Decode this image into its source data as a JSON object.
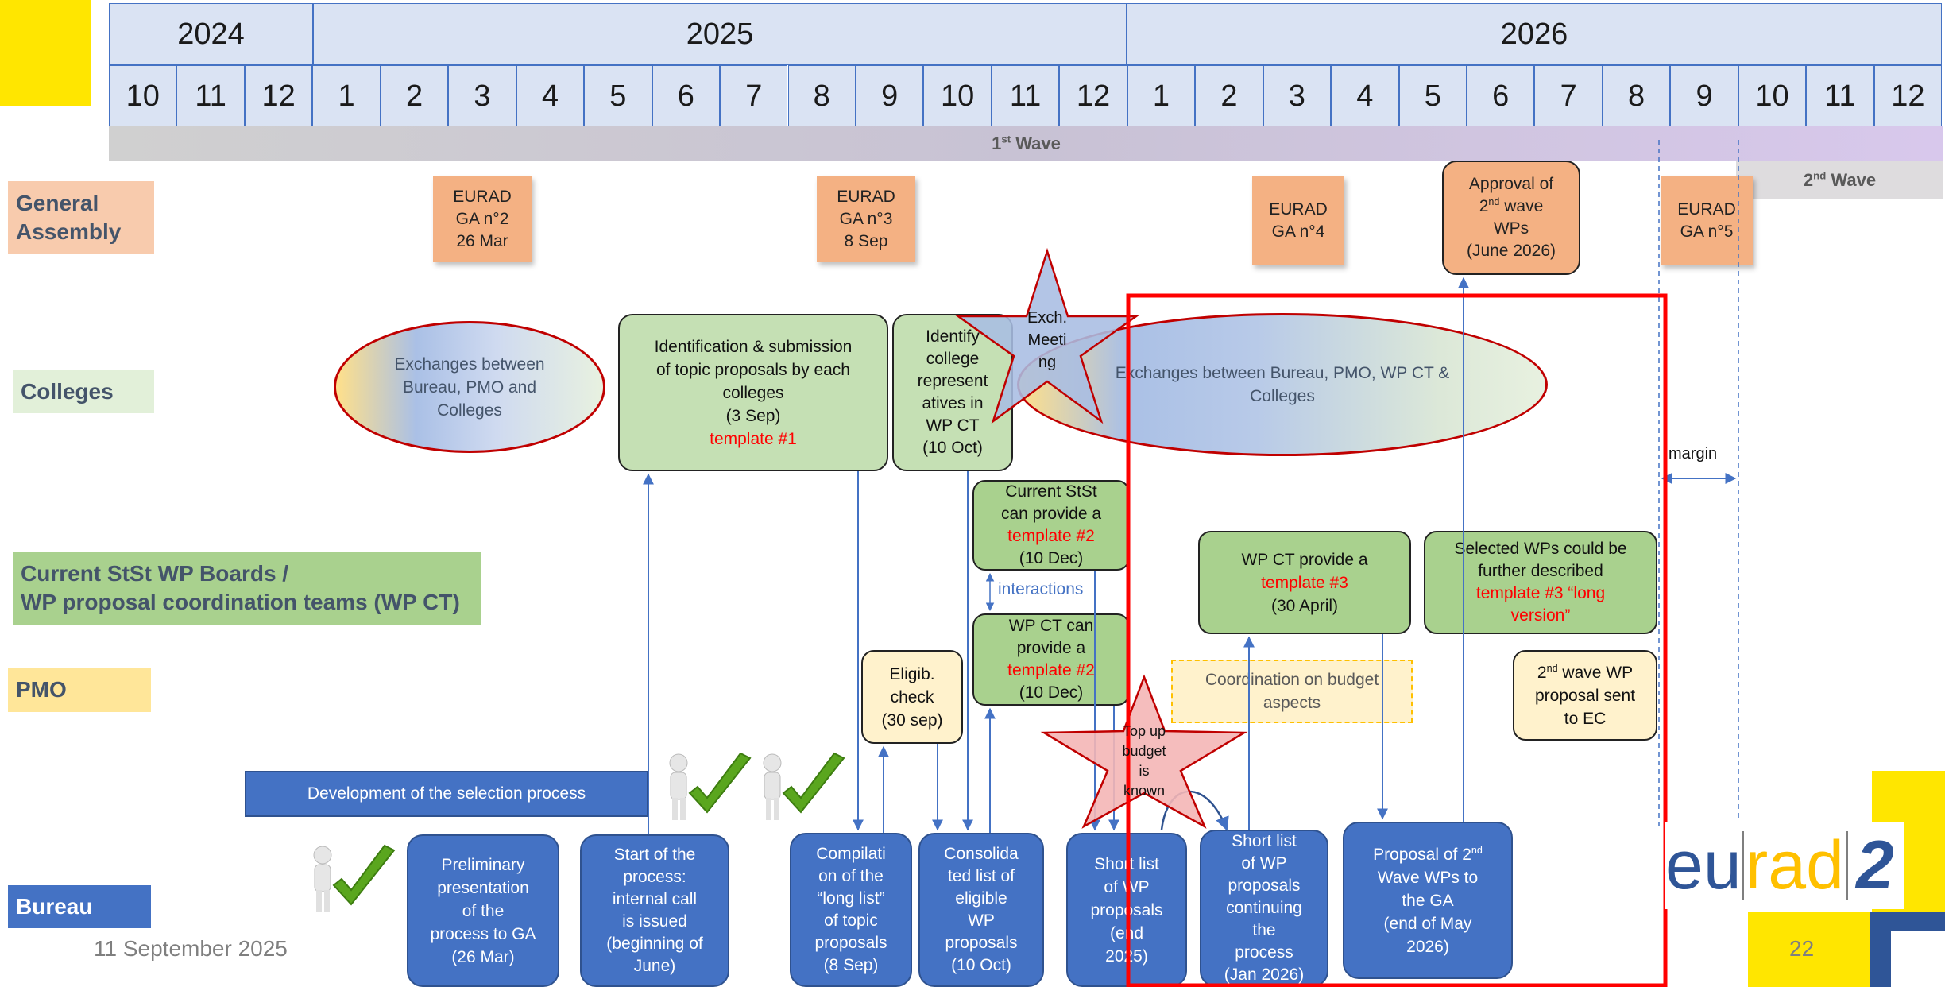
{
  "years": [
    "2024",
    "2025",
    "2026"
  ],
  "months": [
    "10",
    "11",
    "12",
    "1",
    "2",
    "3",
    "4",
    "5",
    "6",
    "7",
    "8",
    "9",
    "10",
    "11",
    "12",
    "1",
    "2",
    "3",
    "4",
    "5",
    "6",
    "7",
    "8",
    "9",
    "10",
    "11",
    "12"
  ],
  "waves": {
    "first": "Wave",
    "first_sup": "st",
    "first_num": "1",
    "second": "Wave",
    "second_sup": "nd",
    "second_num": "2"
  },
  "rows": {
    "general_assembly": "General Assembly",
    "colleges": "Colleges",
    "wp_boards_line1": "Current StSt WP Boards /",
    "wp_boards_line2": "WP proposal coordination teams (WP CT)",
    "pmo": "PMO",
    "bureau": "Bureau"
  },
  "ga": {
    "ga2": [
      "EURAD",
      "GA n°2",
      "26 Mar"
    ],
    "ga3": [
      "EURAD",
      "GA n°3",
      "8 Sep"
    ],
    "ga4": [
      "EURAD",
      "GA n°4"
    ],
    "ga5": [
      "EURAD",
      "GA n°5"
    ],
    "approval": {
      "l1": "Approval of",
      "l2_num": "2",
      "l2_sup": "nd",
      "l2_rest": " wave",
      "l3": "WPs",
      "l4": "(June 2026)"
    }
  },
  "colleges": {
    "ellipse1": "Exchanges between Bureau, PMO and Colleges",
    "ident": [
      "Identification & submission",
      "of topic proposals by each",
      "colleges",
      "(3 Sep)"
    ],
    "ident_template": "template #1",
    "identify": [
      "Identify",
      "college",
      "represent",
      "atives in",
      "WP CT",
      "(10 Oct)"
    ],
    "exch_star": [
      "Exch.",
      "Meeti",
      "ng"
    ],
    "ellipse2": "Exchanges between Bureau, PMO, WP CT & Colleges"
  },
  "wp": {
    "current": [
      "Current StSt",
      "can provide a"
    ],
    "current_template": "template #2",
    "current_date": "(10 Dec)",
    "interactions": "interactions",
    "wpct": [
      "WP CT can",
      "provide a"
    ],
    "wpct_template": "template #2",
    "wpct_date": "(10 Dec)",
    "wpct3": "WP CT provide a",
    "wpct3_template": "template #3",
    "wpct3_date": "(30 April)",
    "selected": [
      "Selected WPs could be",
      "further described"
    ],
    "selected_template": "template #3 “long version”",
    "margin": "margin"
  },
  "pmo": {
    "eligib": [
      "Eligib.",
      "check",
      "(30 sep)"
    ],
    "coordination": "Coordination on budget aspects",
    "topup": [
      "Top up",
      "budget",
      "is",
      "known"
    ],
    "second_wave": {
      "l1_num": "2",
      "l1_sup": "nd",
      "l1_rest": " wave WP",
      "l2": "proposal sent",
      "l3": "to EC"
    }
  },
  "bureau": {
    "dev": "Development of the selection process",
    "prelim": [
      "Preliminary",
      "presentation",
      "of the",
      "process to GA",
      "(26 Mar)"
    ],
    "start": [
      "Start of the",
      "process:",
      "internal call",
      "is issued",
      "(beginning of",
      "June)"
    ],
    "compil": [
      "Compilati",
      "on of the",
      "“long list”",
      "of topic",
      "proposals",
      "(8 Sep)"
    ],
    "consol": [
      "Consolida",
      "ted list of",
      "eligible",
      "WP",
      "proposals",
      "(10 Oct)"
    ],
    "short1": [
      "Short list",
      "of WP",
      "proposals",
      "(end",
      "2025)"
    ],
    "short2": [
      "Short list",
      "of WP",
      "proposals",
      "continuing",
      "the",
      "process",
      "(Jan 2026)"
    ],
    "proposal": {
      "l1": "Proposal of ",
      "l1_num": "2",
      "l1_sup": "nd",
      "l2": "Wave WPs to",
      "l3": "the GA",
      "l4": "(end of May",
      "l5": "2026)"
    }
  },
  "footer": {
    "date": "11 September 2025",
    "page": "22",
    "logo_text": "eurad",
    "logo_num": "2"
  },
  "colors": {
    "header_fill": "#dae3f3",
    "header_border": "#4472c4",
    "ga": "#f4b183",
    "college": "#c5e0b4",
    "wp": "#a9d18e",
    "pmo": "#fff2cc",
    "bureau": "#4472c4",
    "highlight": "#ff0000",
    "accent_yellow": "#ffe600"
  }
}
